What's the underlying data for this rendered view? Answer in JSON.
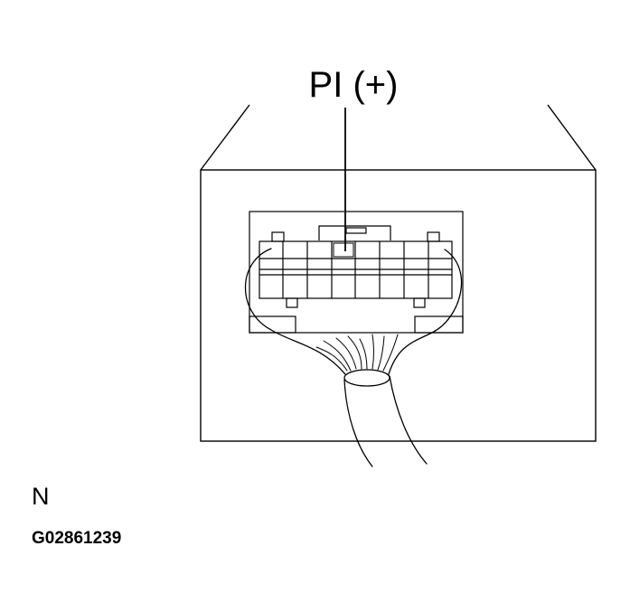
{
  "diagram": {
    "terminal_label": "PI (+)",
    "view_label": "N",
    "figure_id": "G02861239"
  }
}
